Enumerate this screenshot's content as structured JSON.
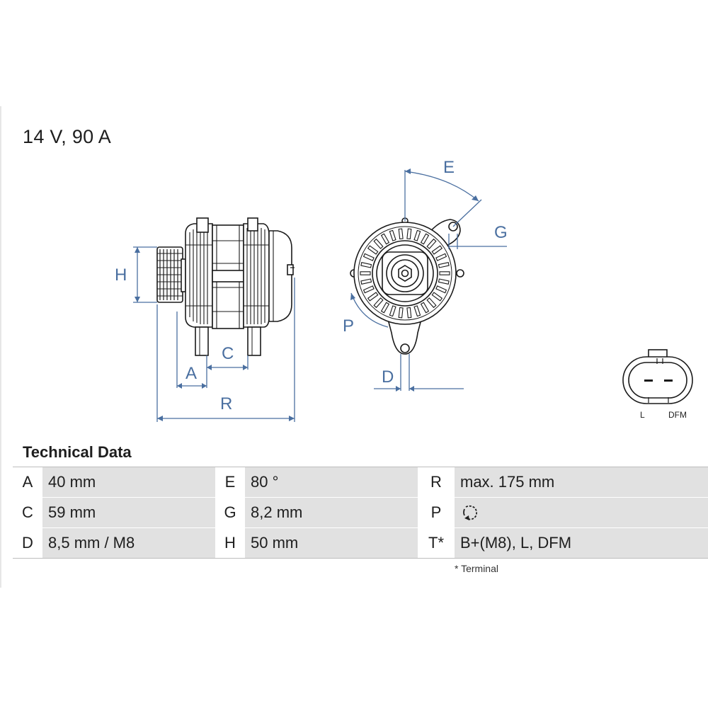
{
  "header": {
    "title": "14 V, 90 A"
  },
  "diagram": {
    "labels": {
      "H": "H",
      "A": "A",
      "C": "C",
      "R": "R",
      "E": "E",
      "G": "G",
      "P": "P",
      "D": "D"
    },
    "connector": {
      "left_label": "L",
      "right_label": "DFM"
    },
    "line_color": "#4a6fa0"
  },
  "technical_data": {
    "title": "Technical Data",
    "rows": [
      [
        {
          "key": "A",
          "value": "40 mm"
        },
        {
          "key": "E",
          "value": "80 °"
        },
        {
          "key": "R",
          "value": "max. 175 mm"
        }
      ],
      [
        {
          "key": "C",
          "value": "59 mm"
        },
        {
          "key": "G",
          "value": "8,2 mm"
        },
        {
          "key": "P",
          "value": "",
          "icon": "rotation-direction-icon"
        }
      ],
      [
        {
          "key": "D",
          "value": "8,5 mm / M8"
        },
        {
          "key": "H",
          "value": "50 mm"
        },
        {
          "key": "T*",
          "value": "B+(M8), L, DFM"
        }
      ]
    ],
    "footnote": "* Terminal"
  }
}
